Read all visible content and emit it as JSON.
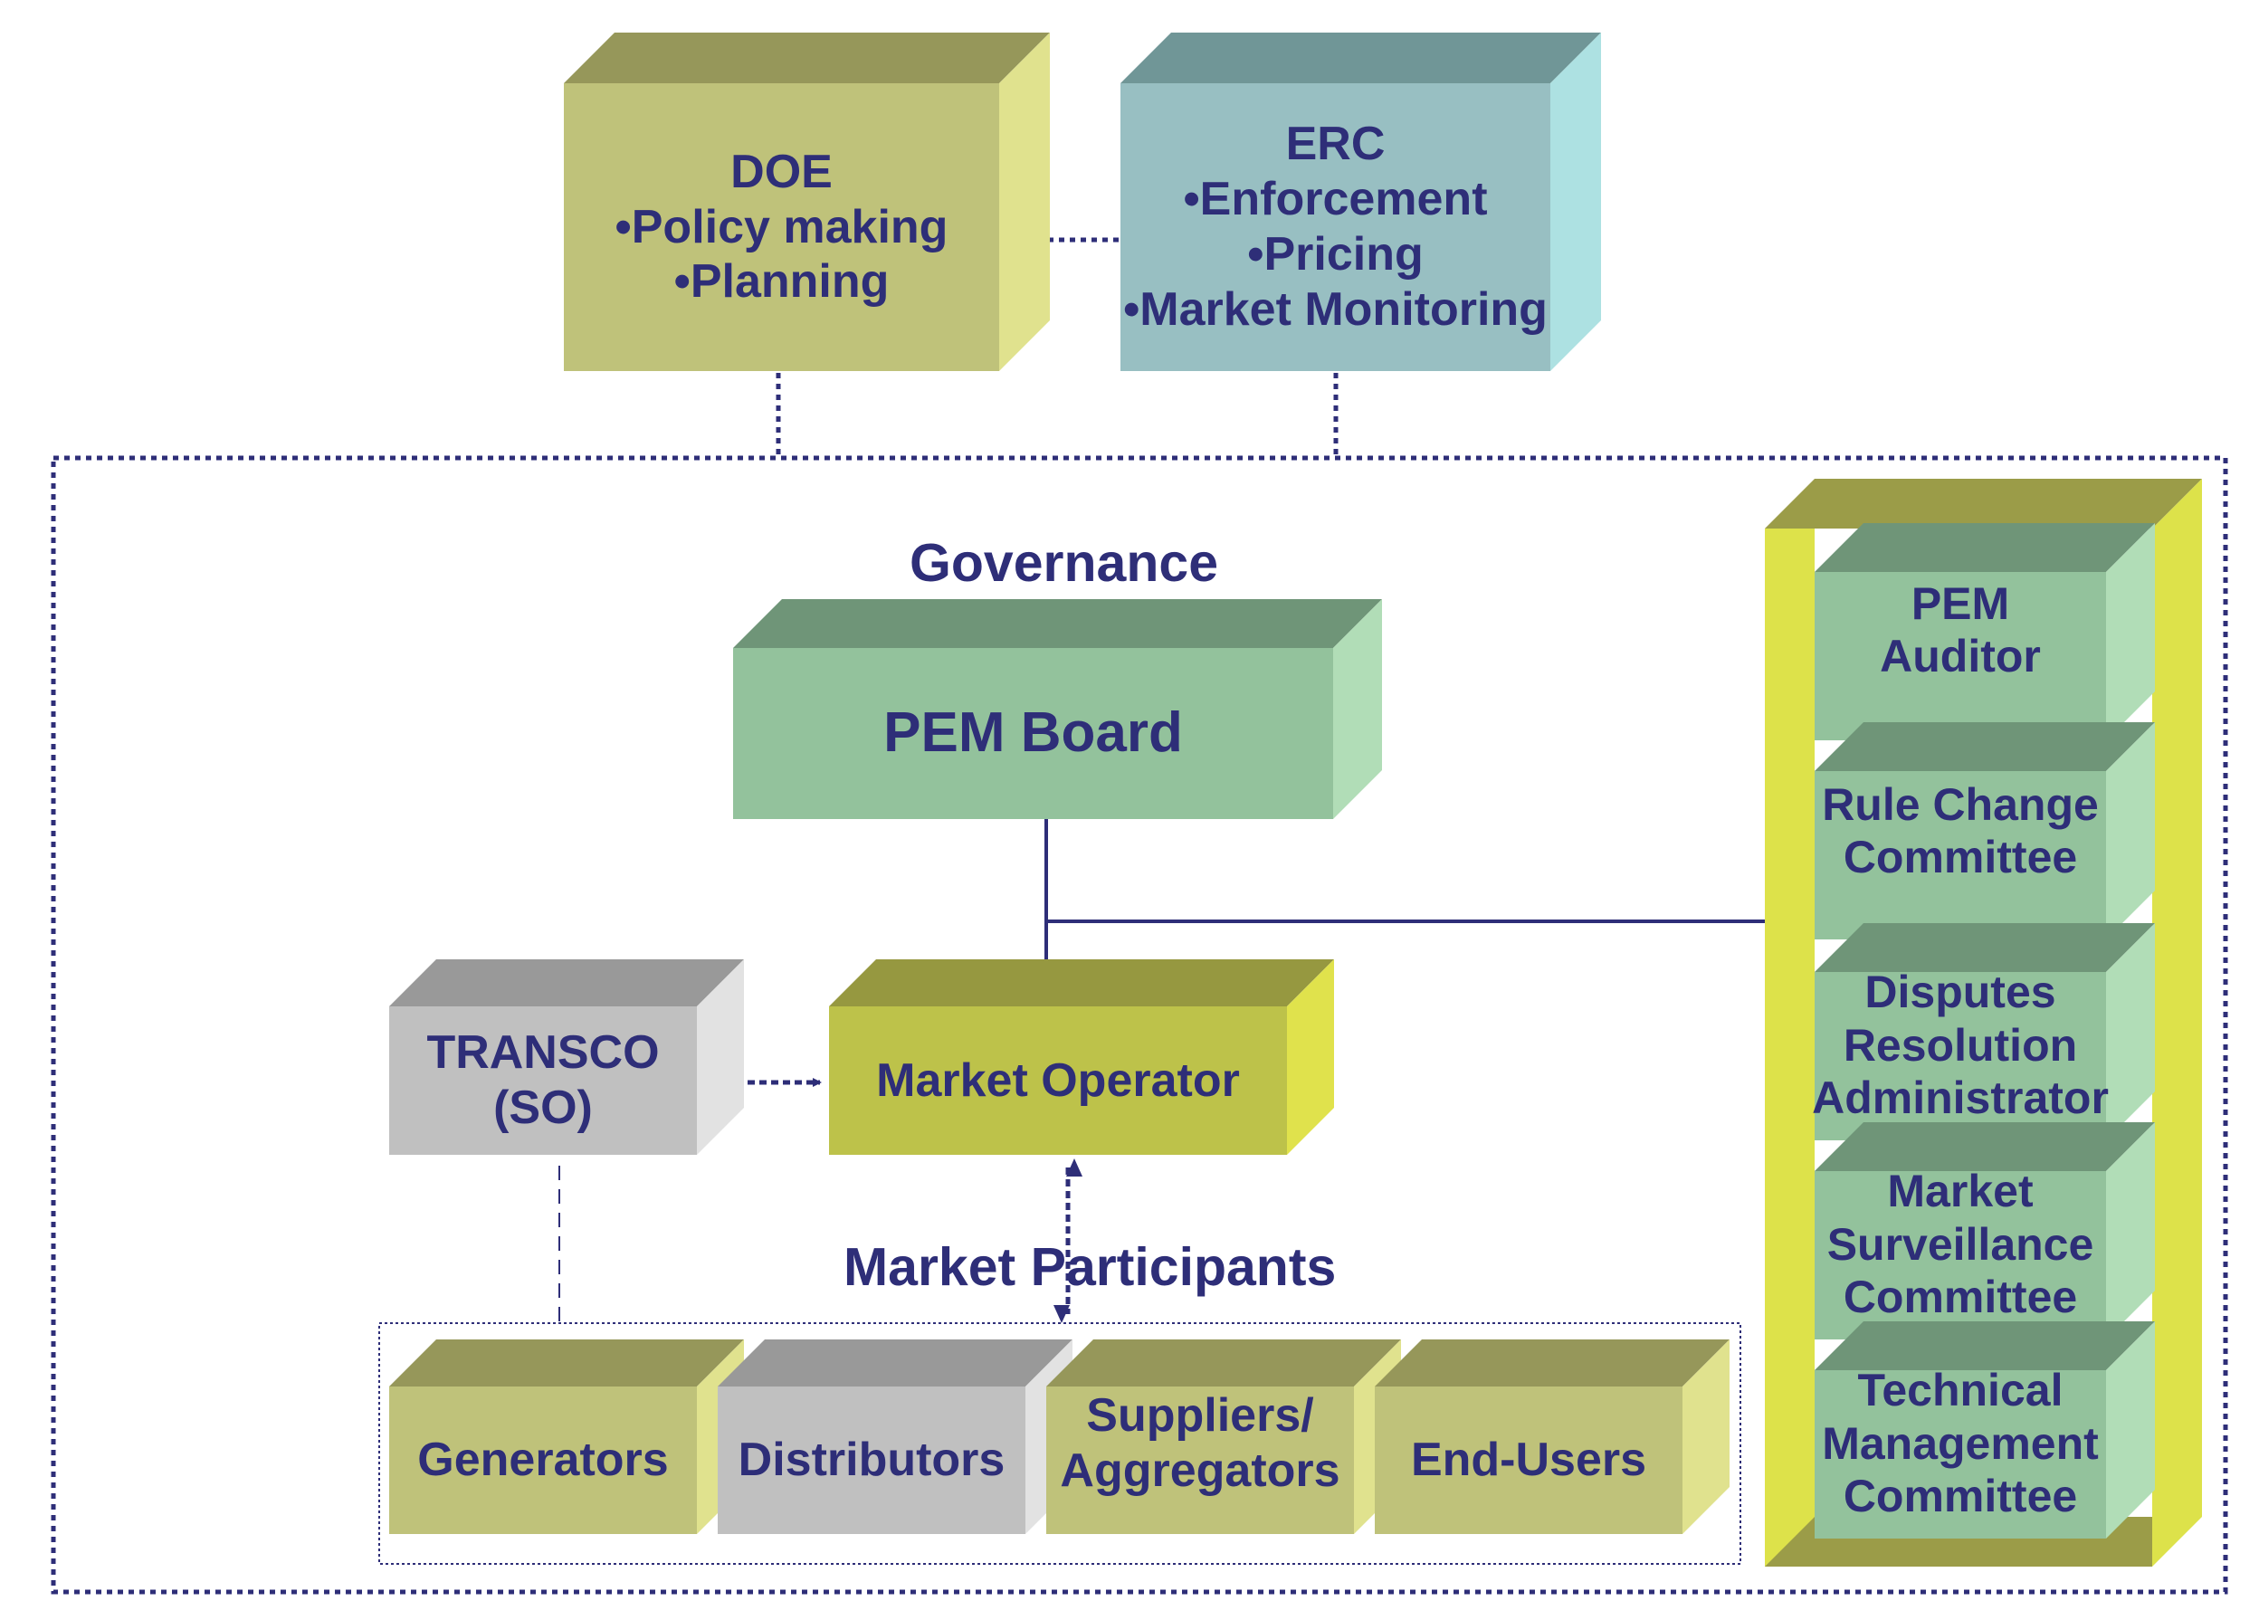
{
  "regulators": {
    "doe": {
      "title": "DOE",
      "items": [
        "•Policy making",
        "•Planning"
      ]
    },
    "erc": {
      "title": "ERC",
      "items": [
        "•Enforcement",
        "•Pricing",
        "•Market Monitoring"
      ]
    }
  },
  "governance": {
    "heading": "Governance",
    "board": {
      "label": "PEM Board"
    }
  },
  "operations": {
    "transco": {
      "lines": [
        "TRANSCO",
        "(SO)"
      ]
    },
    "market_operator": {
      "label": "Market Operator"
    }
  },
  "participants": {
    "heading": "Market Participants",
    "items": [
      {
        "lines": [
          "Generators"
        ]
      },
      {
        "lines": [
          "Distributors"
        ]
      },
      {
        "lines": [
          "Suppliers/",
          "Aggregators"
        ]
      },
      {
        "lines": [
          "End-Users"
        ]
      }
    ]
  },
  "committees": [
    {
      "lines": [
        "PEM",
        "Auditor"
      ]
    },
    {
      "lines": [
        "Rule Change",
        "Committee"
      ]
    },
    {
      "lines": [
        "Disputes",
        "Resolution",
        "Administrator"
      ]
    },
    {
      "lines": [
        "Market",
        "Surveillance",
        "Committee"
      ]
    },
    {
      "lines": [
        "Technical",
        "Management",
        "Committee"
      ]
    }
  ],
  "colors": {
    "text": "#2e2e78",
    "olive_front": "#bfc27a",
    "olive_top": "#96975a",
    "olive_side": "#e0e28e",
    "teal_front": "#98bfc2",
    "teal_top": "#709697",
    "teal_side": "#ade1e2",
    "green_front": "#93c29c",
    "green_top": "#6f9578",
    "green_side": "#b1ddb7",
    "gray_front": "#c0c0c0",
    "gray_top": "#999999",
    "gray_side": "#e2e2e2",
    "lime_front": "#bdc24a",
    "lime_top": "#969840",
    "lime_side": "#e0e24c",
    "rack_front": "#dde24a",
    "rack_top": "#9b9c48"
  }
}
